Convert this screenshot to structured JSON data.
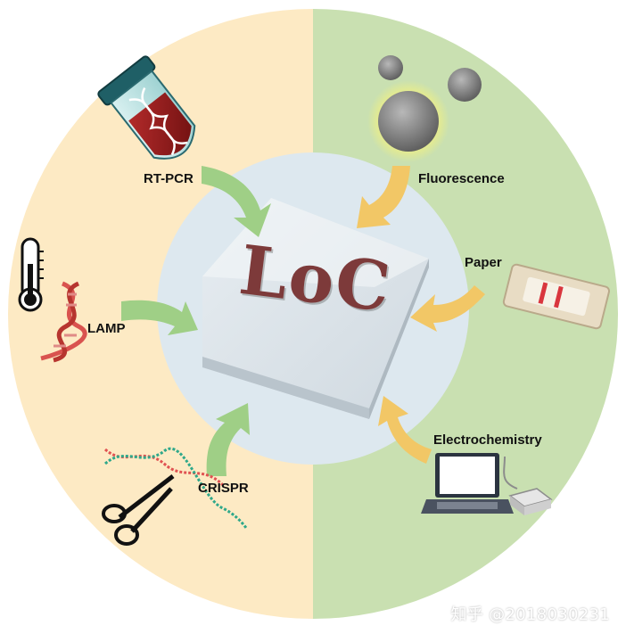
{
  "center": {
    "title": "LoC"
  },
  "methods": {
    "rtpcr": "RT-PCR",
    "lamp": "LAMP",
    "crispr": "CRISPR",
    "fluorescence": "Fluorescence",
    "paper": "Paper",
    "electrochemistry": "Electrochemistry"
  },
  "watermark": "知乎 @2018030231",
  "colors": {
    "left_half": "#fdeac4",
    "right_half": "#c9e0b1",
    "inner_circle": "#dde8ef",
    "green_arrow": "#9fcf86",
    "yellow_arrow": "#f2c766",
    "loc_red": "#8e3434",
    "loc_gray": "#5d6b66"
  }
}
